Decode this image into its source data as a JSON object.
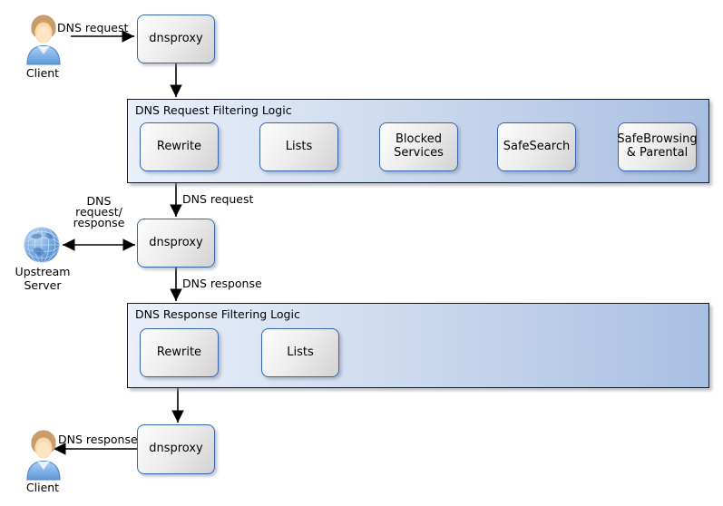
{
  "diagram": {
    "client_top": {
      "label": "Client"
    },
    "edge_client_to_proxy": {
      "label": "DNS request"
    },
    "dnsproxy_top": {
      "label": "dnsproxy"
    },
    "request_filtering": {
      "title": "DNS Request Filtering Logic",
      "steps": [
        {
          "label": "Rewrite"
        },
        {
          "label": "Lists"
        },
        {
          "label": "Blocked Services"
        },
        {
          "label": "SafeSearch"
        },
        {
          "label": "SafeBrowsing & Parental"
        }
      ]
    },
    "edge_filter_to_proxy": {
      "label": "DNS request"
    },
    "upstream_server": {
      "label": "Upstream Server",
      "edge_label_lines": [
        "DNS",
        "request/",
        "response"
      ]
    },
    "dnsproxy_middle": {
      "label": "dnsproxy"
    },
    "edge_proxy_to_response_filter": {
      "label": "DNS response"
    },
    "response_filtering": {
      "title": "DNS Response Filtering Logic",
      "steps": [
        {
          "label": "Rewrite"
        },
        {
          "label": "Lists"
        }
      ]
    },
    "dnsproxy_bottom": {
      "label": "dnsproxy"
    },
    "edge_proxy_to_client": {
      "label": "DNS response"
    },
    "client_bottom": {
      "label": "Client"
    }
  },
  "colors": {
    "node_border": "#3566ad",
    "node_fill_light": "#fdfdfd",
    "node_fill_dark": "#d2d2d2",
    "container_fill_left": "#eaf0fa",
    "container_fill_right": "#a9bfe2",
    "container_border": "#1a1a1a",
    "arrow": "#000000",
    "text": "#000000"
  }
}
